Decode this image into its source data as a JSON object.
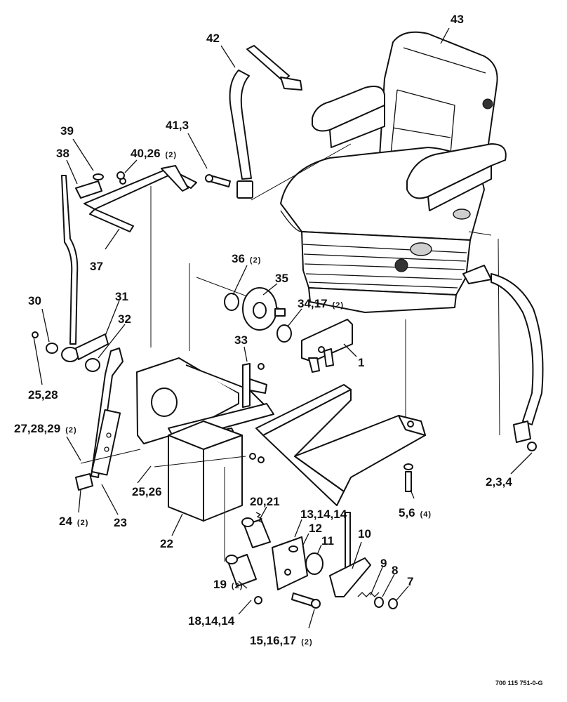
{
  "figure_ref": "700 115 751-0-G",
  "callouts": [
    {
      "id": "c43",
      "text": "43",
      "qty": ""
    },
    {
      "id": "c42",
      "text": "42",
      "qty": ""
    },
    {
      "id": "c41",
      "text": "41,3",
      "qty": ""
    },
    {
      "id": "c40",
      "text": "40,26",
      "qty": "(2)"
    },
    {
      "id": "c39",
      "text": "39",
      "qty": ""
    },
    {
      "id": "c38",
      "text": "38",
      "qty": ""
    },
    {
      "id": "c37",
      "text": "37",
      "qty": ""
    },
    {
      "id": "c36",
      "text": "36",
      "qty": "(2)"
    },
    {
      "id": "c35",
      "text": "35",
      "qty": ""
    },
    {
      "id": "c34",
      "text": "34,17",
      "qty": "(2)"
    },
    {
      "id": "c33",
      "text": "33",
      "qty": ""
    },
    {
      "id": "c32",
      "text": "32",
      "qty": ""
    },
    {
      "id": "c31",
      "text": "31",
      "qty": ""
    },
    {
      "id": "c30",
      "text": "30",
      "qty": ""
    },
    {
      "id": "c2528a",
      "text": "25,28",
      "qty": ""
    },
    {
      "id": "c1",
      "text": "1",
      "qty": ""
    },
    {
      "id": "c27",
      "text": "27,28,29",
      "qty": "(2)"
    },
    {
      "id": "c2526",
      "text": "25,26",
      "qty": ""
    },
    {
      "id": "c24",
      "text": "24",
      "qty": "(2)"
    },
    {
      "id": "c23",
      "text": "23",
      "qty": ""
    },
    {
      "id": "c22",
      "text": "22",
      "qty": ""
    },
    {
      "id": "c2021",
      "text": "20,21",
      "qty": ""
    },
    {
      "id": "c13",
      "text": "13,14,14",
      "qty": ""
    },
    {
      "id": "c12",
      "text": "12",
      "qty": ""
    },
    {
      "id": "c11",
      "text": "11",
      "qty": ""
    },
    {
      "id": "c10",
      "text": "10",
      "qty": ""
    },
    {
      "id": "c9",
      "text": "9",
      "qty": ""
    },
    {
      "id": "c8",
      "text": "8",
      "qty": ""
    },
    {
      "id": "c7",
      "text": "7",
      "qty": ""
    },
    {
      "id": "c19",
      "text": "19",
      "qty": "(2)"
    },
    {
      "id": "c18",
      "text": "18,14,14",
      "qty": ""
    },
    {
      "id": "c15",
      "text": "15,16,17",
      "qty": "(2)"
    },
    {
      "id": "c56",
      "text": "5,6",
      "qty": "(4)"
    },
    {
      "id": "c234",
      "text": "2,3,4",
      "qty": ""
    }
  ]
}
